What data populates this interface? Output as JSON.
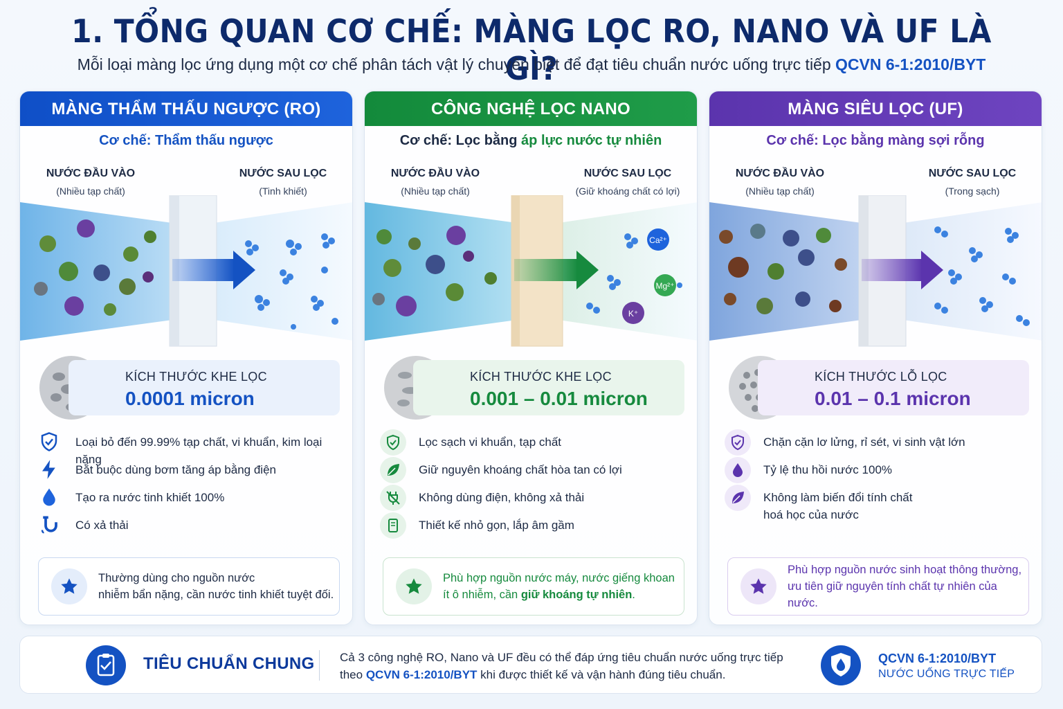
{
  "page": {
    "title": "1. TỔNG QUAN CƠ CHẾ: MÀNG LỌC RO, NANO VÀ UF LÀ GÌ?",
    "subtitle_prefix": "Mỗi loại màng lọc ứng dụng một cơ chế phân tách vật lý chuyên biệt để đạt tiêu chuẩn nước uống trực tiếp ",
    "subtitle_highlight": "QCVN 6-1:2010/BYT"
  },
  "cards": {
    "ro": {
      "header": "MÀNG THẨM THẤU NGƯỢC (RO)",
      "mechanism": "Cơ chế: Thẩm thấu ngược",
      "input_label": "NƯỚC ĐẦU VÀO",
      "input_sub": "(Nhiều tạp chất)",
      "output_label": "NƯỚC SAU LỌC",
      "output_sub": "(Tinh khiết)",
      "pore_label": "KÍCH THƯỚC KHE LỌC",
      "pore_value": "0.0001 micron",
      "features": [
        "Loại bỏ đến 99.99% tạp chất, vi khuẩn, kim loại nặng",
        "Bắt buộc dùng bơm tăng áp bằng điện",
        "Tạo ra nước tinh khiết 100%",
        "Có xả thải"
      ],
      "note_line1": "Thường dùng cho nguồn nước",
      "note_line2": "nhiễm bẩn nặng, cần nước tinh khiết tuyệt đối."
    },
    "nano": {
      "header": "CÔNG NGHỆ LỌC NANO",
      "mechanism_prefix": "Cơ chế: Lọc bằng ",
      "mechanism_highlight": "áp lực nước tự nhiên",
      "input_label": "NƯỚC ĐẦU VÀO",
      "input_sub": "(Nhiều tạp chất)",
      "output_label": "NƯỚC SAU LỌC",
      "output_sub": "(Giữ khoáng chất có lợi)",
      "ions": [
        "Ca²⁺",
        "Mg²⁺",
        "K⁺"
      ],
      "pore_label": "KÍCH THƯỚC KHE LỌC",
      "pore_value": "0.001 – 0.01 micron",
      "features": [
        "Lọc sạch vi khuẩn, tạp chất",
        "Giữ nguyên khoáng chất hòa tan có lợi",
        "Không dùng điện, không xả thải",
        "Thiết kế nhỏ gọn, lắp âm gầm"
      ],
      "note_line1": "Phù hợp nguồn nước máy, nước giếng khoan",
      "note_line2_prefix": "ít ô nhiễm, cần ",
      "note_line2_bold": "giữ khoáng tự nhiên",
      "note_line2_suffix": "."
    },
    "uf": {
      "header": "MÀNG SIÊU LỌC (UF)",
      "mechanism": "Cơ chế: Lọc bằng màng sợi rỗng",
      "input_label": "NƯỚC ĐẦU VÀO",
      "input_sub": "(Nhiều tạp chất)",
      "output_label": "NƯỚC SAU LỌC",
      "output_sub": "(Trong sạch)",
      "pore_label": "KÍCH THƯỚC LỖ LỌC",
      "pore_value": "0.01 – 0.1 micron",
      "features": [
        "Chặn cặn lơ lửng, rỉ sét, vi sinh vật lớn",
        "Tỷ lệ thu hồi nước 100%",
        "Không làm biến đổi tính chất",
        "hoá học của nước"
      ],
      "note_line1": "Phù hợp nguồn nước sinh hoạt thông thường,",
      "note_line2": "ưu tiên giữ nguyên tính chất tự nhiên của nước."
    }
  },
  "footer": {
    "title": "TIÊU CHUẨN CHUNG",
    "text_line1": "Cả 3 công nghệ RO, Nano và UF đều có thể đáp ứng tiêu chuẩn nước uống trực tiếp",
    "text_line2_prefix": "theo ",
    "text_line2_highlight": "QCVN 6-1:2010/BYT",
    "text_line2_suffix": " khi được thiết kế và vận hành đúng tiêu chuẩn.",
    "standard_code": "QCVN 6-1:2010/BYT",
    "standard_name": "NƯỚC UỐNG TRỰC TIẾP"
  },
  "colors": {
    "ro_accent": "#1452c2",
    "nano_accent": "#168a3e",
    "uf_accent": "#5b34ad",
    "title": "#0d2a6b"
  }
}
